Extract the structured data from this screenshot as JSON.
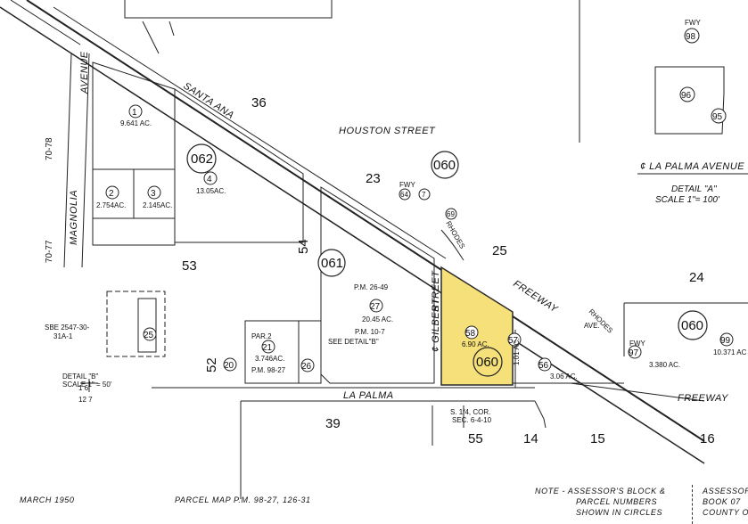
{
  "colors": {
    "highlight_fill": "#f5e07a",
    "highlight_border": "#2a2a2a",
    "line": "#222222"
  },
  "streets": {
    "houston": "HOUSTON STREET",
    "santa_ana": "SANTA ANA",
    "magnolia": "MAGNOLIA",
    "avenue": "AVENUE",
    "freeway_upper": "FREEWAY",
    "freeway_lower": "FREEWAY",
    "la_palma_top": "¢ LA PALMA AVENUE",
    "la_palma_bottom": "LA PALMA",
    "gilbert": "¢ GILBERT",
    "street": "STREET",
    "rhodes_upper": "RHODES",
    "rhodes_lower": "RHODES",
    "ave": "AVE."
  },
  "section_numbers": {
    "s36": "36",
    "s23": "23",
    "s25": "25",
    "s24": "24",
    "s53": "53",
    "s54": "54",
    "s52": "52",
    "s39": "39",
    "s55": "55",
    "s14": "14",
    "s15": "15",
    "s16": "16",
    "s7078": "70-78",
    "s7077": "70-77"
  },
  "block_circles": {
    "b062": "062",
    "b060_top": "060",
    "b061": "061",
    "b060_hl": "060",
    "b060_right": "060"
  },
  "parcels": {
    "p1": "1",
    "p1_ac": "9.641 AC.",
    "p2": "2",
    "p2_ac": "2.754AC.",
    "p3": "3",
    "p3_ac": "2.145AC.",
    "p4": "4",
    "p4_ac": "13.05AC.",
    "p27": "27",
    "p27_ac": "20.45 AC.",
    "p58": "58",
    "p58_ac": "6.90 AC.",
    "p57": "57",
    "p56": "56",
    "p56_ac": "3.06 AC.",
    "p21": "21",
    "p21_ac": "3.746AC.",
    "p25": "25",
    "p26": "26",
    "p20": "20",
    "p64": "64",
    "p7": "7",
    "p69": "69",
    "p96": "96",
    "p95": "95",
    "p97": "97",
    "p99": "99",
    "p98": "98",
    "p99_ac": "10.371 AC",
    "p97_ac": "3.380 AC."
  },
  "annotations": {
    "pm_26_49": "P.M. 26-49",
    "pm_10_7": "P.M. 10-7",
    "pm_98_27": "P.M. 98-27",
    "par2": "PAR.2",
    "see_detail_b": "SEE DETAIL\"B\"",
    "detail_a": "DETAIL \"A\"",
    "scale_a": "SCALE 1\"= 100'",
    "detail_b": "DETAIL \"B\"",
    "scale_b": "SCALE 1\" = 50'",
    "sbe": "SBE 2547-30-",
    "sbe2": "31A-1",
    "corner1": "S. 1/4, COR.",
    "corner2": "SEC. 6-4-10",
    "fwy": "FWY",
    "one_ac": "1.01 AC.",
    "frac_top": "1 6",
    "frac_bot": "12 7"
  },
  "footer": {
    "date": "MARCH 1950",
    "parcel_map": "PARCEL MAP   P.M. 98-27, 126-31",
    "note1": "NOTE - ASSESSOR'S BLOCK &",
    "note2": "PARCEL NUMBERS",
    "note3": "SHOWN IN CIRCLES",
    "assessor1": "ASSESSOR'",
    "assessor2": "BOOK 07",
    "assessor3": "COUNTY O"
  }
}
